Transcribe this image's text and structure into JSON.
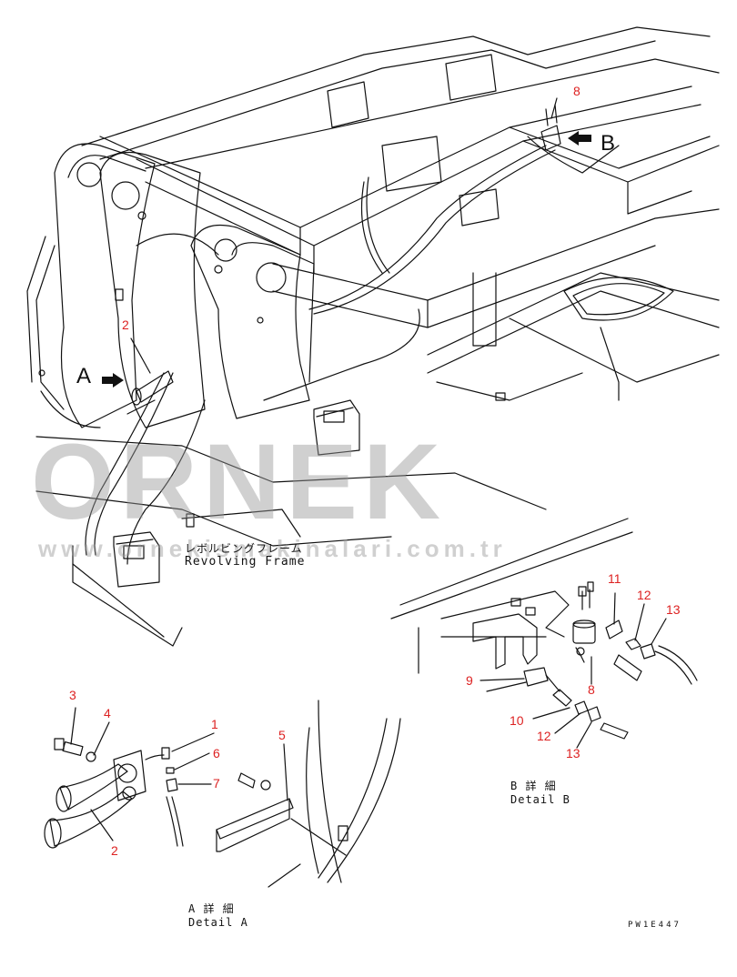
{
  "view_labels": {
    "a": "A",
    "b": "B"
  },
  "callouts": {
    "main_8": "8",
    "main_2": "2",
    "a_3": "3",
    "a_4": "4",
    "a_1": "1",
    "a_6": "6",
    "a_7": "7",
    "a_5": "5",
    "a_2": "2",
    "b_11": "11",
    "b_12_top": "12",
    "b_13_top": "13",
    "b_9": "9",
    "b_8": "8",
    "b_10": "10",
    "b_12_bot": "12",
    "b_13_bot": "13"
  },
  "frame_label": {
    "jp": "レボルビングフレーム",
    "en": "Revolving Frame"
  },
  "detail_a": {
    "jp": "A 詳 細",
    "en": "Detail A"
  },
  "detail_b": {
    "jp": "B 詳 細",
    "en": "Detail B"
  },
  "drawing_code": "PW1E447",
  "watermark": {
    "logo": "ORNEK",
    "url": "www.ornekismakinalari.com.tr"
  },
  "colors": {
    "callout": "#dd2222",
    "line": "#111111",
    "watermark": "#999999"
  }
}
